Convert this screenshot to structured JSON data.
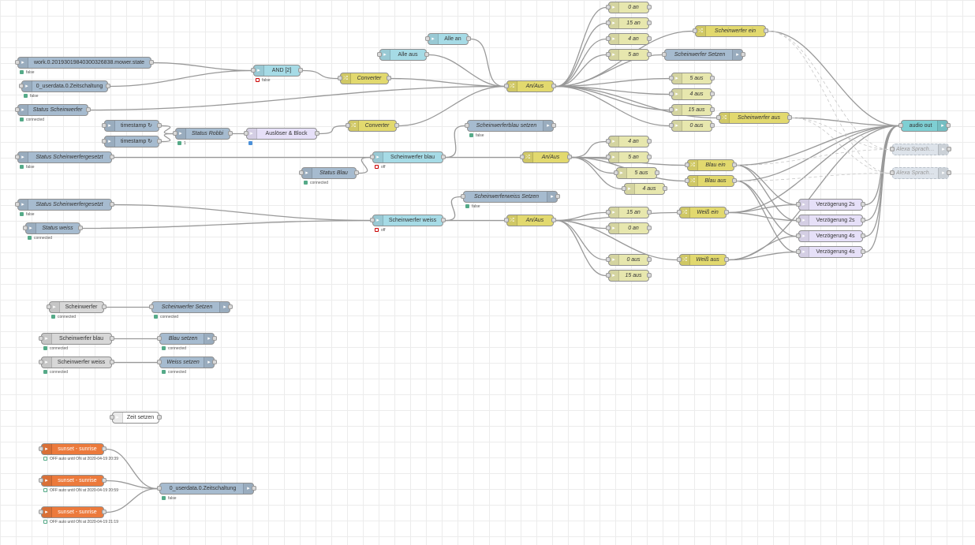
{
  "colors": {
    "blue": "#a6bbcf",
    "yellow": "#e2d96e",
    "lightyellow": "#e7e7ae",
    "cyan": "#a6dbe6",
    "teal": "#7ecfd3",
    "lavender": "#e6e0f8",
    "grey": "#d7d7d7",
    "orange": "#ec7a3c",
    "white": "#ffffff",
    "alexa": "#dde3ea",
    "wire": "#999999",
    "status_green": "#5a8",
    "status_red": "#c00",
    "status_blue": "#4a90d9"
  },
  "nodes": [
    {
      "id": "n1",
      "label": "work.0.20193019840300326838.mower.state",
      "color": "blue",
      "icon": "icon",
      "iconSide": "left",
      "status": {
        "text": "false",
        "fill": "green"
      }
    },
    {
      "id": "n2",
      "label": "0_userdata.0.Zeitschaltung",
      "color": "blue",
      "icon": "icon",
      "iconSide": "left",
      "status": {
        "text": "false",
        "fill": "green"
      }
    },
    {
      "id": "n3",
      "label": "AND [2]",
      "color": "cyan",
      "icon": "icon",
      "iconSide": "left",
      "status": {
        "text": "false",
        "fill": "red"
      }
    },
    {
      "id": "n4",
      "label": "Converter",
      "color": "yellow",
      "icon": "shuffle",
      "iconSide": "left",
      "italic": true
    },
    {
      "id": "n5",
      "label": "Alle aus",
      "color": "cyan",
      "icon": "icon",
      "iconSide": "left"
    },
    {
      "id": "n6",
      "label": "Alle an",
      "color": "cyan",
      "icon": "icon",
      "iconSide": "left"
    },
    {
      "id": "n7",
      "label": "Status Scheinwerfer",
      "color": "blue",
      "icon": "icon",
      "iconSide": "left",
      "italic": true,
      "status": {
        "text": "connected",
        "fill": "green"
      }
    },
    {
      "id": "n8",
      "label": "timestamp ↻",
      "color": "blue",
      "icon": "icon",
      "iconSide": "left"
    },
    {
      "id": "n9",
      "label": "timestamp ↻",
      "color": "blue",
      "icon": "icon",
      "iconSide": "left"
    },
    {
      "id": "n10",
      "label": "Status Robbi",
      "color": "blue",
      "icon": "icon",
      "iconSide": "left",
      "italic": true,
      "status": {
        "text": "1",
        "fill": "green"
      }
    },
    {
      "id": "n11",
      "label": "Auslöser & Block",
      "color": "lavender",
      "icon": "icon",
      "iconSide": "left",
      "status": {
        "text": "",
        "fill": "blue"
      }
    },
    {
      "id": "n12",
      "label": "Converter",
      "color": "yellow",
      "icon": "shuffle",
      "iconSide": "left",
      "italic": true
    },
    {
      "id": "n13",
      "label": "An/Aus",
      "color": "yellow",
      "icon": "shuffle",
      "iconSide": "left",
      "italic": true
    },
    {
      "id": "n14",
      "label": "0 an",
      "color": "lightyellow",
      "icon": "icon",
      "iconSide": "left",
      "italic": true
    },
    {
      "id": "n15",
      "label": "15 an",
      "color": "lightyellow",
      "icon": "icon",
      "iconSide": "left",
      "italic": true
    },
    {
      "id": "n16",
      "label": "4 an",
      "color": "lightyellow",
      "icon": "icon",
      "iconSide": "left",
      "italic": true
    },
    {
      "id": "n17",
      "label": "5 an",
      "color": "lightyellow",
      "icon": "icon",
      "iconSide": "left",
      "italic": true
    },
    {
      "id": "n18",
      "label": "Scheinwerfer ein",
      "color": "yellow",
      "icon": "shuffle",
      "iconSide": "left",
      "italic": true
    },
    {
      "id": "n19",
      "label": "Scheinwerfer Setzen",
      "color": "blue",
      "icon": "icon",
      "iconSide": "right",
      "italic": true
    },
    {
      "id": "n20",
      "label": "5 aus",
      "color": "lightyellow",
      "icon": "icon",
      "iconSide": "left",
      "italic": true
    },
    {
      "id": "n21",
      "label": "4 aus",
      "color": "lightyellow",
      "icon": "icon",
      "iconSide": "left",
      "italic": true
    },
    {
      "id": "n22",
      "label": "15 aus",
      "color": "lightyellow",
      "icon": "icon",
      "iconSide": "left",
      "italic": true
    },
    {
      "id": "n23",
      "label": "0 aus",
      "color": "lightyellow",
      "icon": "icon",
      "iconSide": "left",
      "italic": true
    },
    {
      "id": "n24",
      "label": "Scheinwerfer aus",
      "color": "yellow",
      "icon": "shuffle",
      "iconSide": "left",
      "italic": true
    },
    {
      "id": "n25",
      "label": "audio out",
      "color": "teal",
      "icon": "icon",
      "iconSide": "right"
    },
    {
      "id": "n26",
      "label": "Alexa Spracheingabe",
      "color": "alexa",
      "icon": "icon",
      "iconSide": "right",
      "italic": true
    },
    {
      "id": "n27",
      "label": "Alexa Spracheingabe",
      "color": "alexa",
      "icon": "icon",
      "iconSide": "right",
      "italic": true
    },
    {
      "id": "n28",
      "label": "Scheinwerferblau setzen",
      "color": "blue",
      "icon": "icon",
      "iconSide": "right",
      "italic": true,
      "status": {
        "text": "false",
        "fill": "green"
      }
    },
    {
      "id": "n29",
      "label": "Status Scheinwerfergesetzt",
      "color": "blue",
      "icon": "icon",
      "iconSide": "left",
      "italic": true,
      "status": {
        "text": "false",
        "fill": "green"
      }
    },
    {
      "id": "n30",
      "label": "Scheinwerfer blau",
      "color": "cyan",
      "icon": "icon",
      "iconSide": "left",
      "status": {
        "text": "off",
        "fill": "red"
      }
    },
    {
      "id": "n31",
      "label": "Status Blau",
      "color": "blue",
      "icon": "icon",
      "iconSide": "left",
      "italic": true,
      "status": {
        "text": "connected",
        "fill": "green"
      }
    },
    {
      "id": "n32",
      "label": "An/Aus",
      "color": "yellow",
      "icon": "shuffle",
      "iconSide": "left",
      "italic": true
    },
    {
      "id": "n33",
      "label": "4 an",
      "color": "lightyellow",
      "icon": "icon",
      "iconSide": "left",
      "italic": true
    },
    {
      "id": "n34",
      "label": "5 an",
      "color": "lightyellow",
      "icon": "icon",
      "iconSide": "left",
      "italic": true
    },
    {
      "id": "n35",
      "label": "5 aus",
      "color": "lightyellow",
      "icon": "icon",
      "iconSide": "left",
      "italic": true
    },
    {
      "id": "n36",
      "label": "4 aus",
      "color": "lightyellow",
      "icon": "icon",
      "iconSide": "left",
      "italic": true
    },
    {
      "id": "n37",
      "label": "Blau ein",
      "color": "yellow",
      "icon": "shuffle",
      "iconSide": "left",
      "italic": true
    },
    {
      "id": "n38",
      "label": "Blau aus",
      "color": "yellow",
      "icon": "shuffle",
      "iconSide": "left",
      "italic": true
    },
    {
      "id": "n39",
      "label": "Scheinwerferweiss Setzen",
      "color": "blue",
      "icon": "icon",
      "iconSide": "right",
      "italic": true,
      "status": {
        "text": "false",
        "fill": "green"
      }
    },
    {
      "id": "n40",
      "label": "Status Scheinwerfergesetzt",
      "color": "blue",
      "icon": "icon",
      "iconSide": "left",
      "italic": true,
      "status": {
        "text": "false",
        "fill": "green"
      }
    },
    {
      "id": "n41",
      "label": "Status weiss",
      "color": "blue",
      "icon": "icon",
      "iconSide": "left",
      "italic": true,
      "status": {
        "text": "connected",
        "fill": "green"
      }
    },
    {
      "id": "n42",
      "label": "Scheinwerfer weiss",
      "color": "cyan",
      "icon": "icon",
      "iconSide": "left",
      "status": {
        "text": "off",
        "fill": "red"
      }
    },
    {
      "id": "n43",
      "label": "An/Aus",
      "color": "yellow",
      "icon": "shuffle",
      "iconSide": "left",
      "italic": true
    },
    {
      "id": "n44",
      "label": "15 an",
      "color": "lightyellow",
      "icon": "icon",
      "iconSide": "left",
      "italic": true
    },
    {
      "id": "n45",
      "label": "0 an",
      "color": "lightyellow",
      "icon": "icon",
      "iconSide": "left",
      "italic": true
    },
    {
      "id": "n46",
      "label": "0 aus",
      "color": "lightyellow",
      "icon": "icon",
      "iconSide": "left",
      "italic": true
    },
    {
      "id": "n47",
      "label": "15 aus",
      "color": "lightyellow",
      "icon": "icon",
      "iconSide": "left",
      "italic": true
    },
    {
      "id": "n48",
      "label": "Weiß ein",
      "color": "yellow",
      "icon": "shuffle",
      "iconSide": "left",
      "italic": true
    },
    {
      "id": "n49",
      "label": "Weiß aus",
      "color": "yellow",
      "icon": "shuffle",
      "iconSide": "left",
      "italic": true
    },
    {
      "id": "n50",
      "label": "Verzögerung 2s",
      "color": "lavender",
      "icon": "icon",
      "iconSide": "left"
    },
    {
      "id": "n51",
      "label": "Verzögerung 2s",
      "color": "lavender",
      "icon": "icon",
      "iconSide": "left"
    },
    {
      "id": "n52",
      "label": "Verzögerung 4s",
      "color": "lavender",
      "icon": "icon",
      "iconSide": "left"
    },
    {
      "id": "n53",
      "label": "Verzögerung 4s",
      "color": "lavender",
      "icon": "icon",
      "iconSide": "left"
    },
    {
      "id": "n54",
      "label": "Scheinwerfer",
      "color": "grey",
      "icon": "icon",
      "iconSide": "left",
      "status": {
        "text": "connected",
        "fill": "green"
      }
    },
    {
      "id": "n55",
      "label": "Scheinwerfer Setzen",
      "color": "blue",
      "icon": "icon",
      "iconSide": "right",
      "italic": true,
      "status": {
        "text": "connected",
        "fill": "green"
      }
    },
    {
      "id": "n56",
      "label": "Scheinwerfer blau",
      "color": "grey",
      "icon": "icon",
      "iconSide": "left",
      "status": {
        "text": "connected",
        "fill": "green"
      }
    },
    {
      "id": "n57",
      "label": "Blau setzen",
      "color": "blue",
      "icon": "icon",
      "iconSide": "right",
      "italic": true,
      "status": {
        "text": "connected",
        "fill": "green"
      }
    },
    {
      "id": "n58",
      "label": "Scheinwerfer weiss",
      "color": "grey",
      "icon": "icon",
      "iconSide": "left",
      "status": {
        "text": "connected",
        "fill": "green"
      }
    },
    {
      "id": "n59",
      "label": "Weiss setzen",
      "color": "blue",
      "icon": "icon",
      "iconSide": "right",
      "italic": true,
      "status": {
        "text": "connected",
        "fill": "green"
      }
    },
    {
      "id": "n60",
      "label": "Zeit setzen",
      "color": "white",
      "icon": "icon",
      "iconSide": "left"
    },
    {
      "id": "n61",
      "label": "sunset - sunrise",
      "color": "orange",
      "icon": "icon",
      "iconSide": "left",
      "status": {
        "text": "OFF auto until ON at 2020-04-19 20:39",
        "fill": "ring"
      }
    },
    {
      "id": "n62",
      "label": "sunset - sunrise",
      "color": "orange",
      "icon": "icon",
      "iconSide": "left",
      "status": {
        "text": "OFF auto until ON at 2020-04-19 20:59",
        "fill": "ring"
      }
    },
    {
      "id": "n63",
      "label": "sunset - sunrise",
      "color": "orange",
      "icon": "icon",
      "iconSide": "left",
      "status": {
        "text": "OFF auto until ON at 2020-04-19 21:19",
        "fill": "ring"
      }
    },
    {
      "id": "n64",
      "label": "0_userdata.0.Zeitschaltung",
      "color": "blue",
      "icon": "icon",
      "iconSide": "right",
      "status": {
        "text": "false",
        "fill": "green"
      }
    }
  ],
  "edges": [
    [
      "n1",
      "n3"
    ],
    [
      "n2",
      "n3"
    ],
    [
      "n3",
      "n4"
    ],
    [
      "n4",
      "n13"
    ],
    [
      "n5",
      "n13"
    ],
    [
      "n6",
      "n13"
    ],
    [
      "n7",
      "n13"
    ],
    [
      "n8",
      "n10"
    ],
    [
      "n9",
      "n10"
    ],
    [
      "n10",
      "n11"
    ],
    [
      "n11",
      "n12"
    ],
    [
      "n12",
      "n13"
    ],
    [
      "n13",
      "n14"
    ],
    [
      "n13",
      "n15"
    ],
    [
      "n13",
      "n16"
    ],
    [
      "n13",
      "n17"
    ],
    [
      "n13",
      "n18"
    ],
    [
      "n13",
      "n19"
    ],
    [
      "n13",
      "n20"
    ],
    [
      "n13",
      "n21"
    ],
    [
      "n13",
      "n22"
    ],
    [
      "n13",
      "n23"
    ],
    [
      "n13",
      "n24"
    ],
    [
      "n18",
      "n25"
    ],
    [
      "n24",
      "n25"
    ],
    [
      "n29",
      "n30"
    ],
    [
      "n31",
      "n30"
    ],
    [
      "n30",
      "n28"
    ],
    [
      "n30",
      "n32"
    ],
    [
      "n32",
      "n33"
    ],
    [
      "n32",
      "n34"
    ],
    [
      "n32",
      "n35"
    ],
    [
      "n32",
      "n36"
    ],
    [
      "n32",
      "n37"
    ],
    [
      "n32",
      "n38"
    ],
    [
      "n37",
      "n25"
    ],
    [
      "n38",
      "n25"
    ],
    [
      "n37",
      "n50"
    ],
    [
      "n37",
      "n51"
    ],
    [
      "n38",
      "n52"
    ],
    [
      "n38",
      "n53"
    ],
    [
      "n40",
      "n42"
    ],
    [
      "n41",
      "n42"
    ],
    [
      "n42",
      "n39"
    ],
    [
      "n42",
      "n43"
    ],
    [
      "n43",
      "n44"
    ],
    [
      "n43",
      "n45"
    ],
    [
      "n43",
      "n46"
    ],
    [
      "n43",
      "n47"
    ],
    [
      "n43",
      "n48"
    ],
    [
      "n43",
      "n49"
    ],
    [
      "n48",
      "n25"
    ],
    [
      "n49",
      "n25"
    ],
    [
      "n48",
      "n50"
    ],
    [
      "n48",
      "n51"
    ],
    [
      "n49",
      "n52"
    ],
    [
      "n49",
      "n53"
    ],
    [
      "n50",
      "n25"
    ],
    [
      "n51",
      "n25"
    ],
    [
      "n52",
      "n25"
    ],
    [
      "n53",
      "n25"
    ],
    [
      "n54",
      "n55"
    ],
    [
      "n56",
      "n57"
    ],
    [
      "n58",
      "n59"
    ],
    [
      "n61",
      "n64"
    ],
    [
      "n62",
      "n64"
    ],
    [
      "n63",
      "n64"
    ]
  ],
  "dashed_edges": [
    [
      "n18",
      "n26"
    ],
    [
      "n18",
      "n27"
    ],
    [
      "n24",
      "n26"
    ],
    [
      "n24",
      "n27"
    ],
    [
      "n37",
      "n26"
    ],
    [
      "n38",
      "n27"
    ]
  ]
}
